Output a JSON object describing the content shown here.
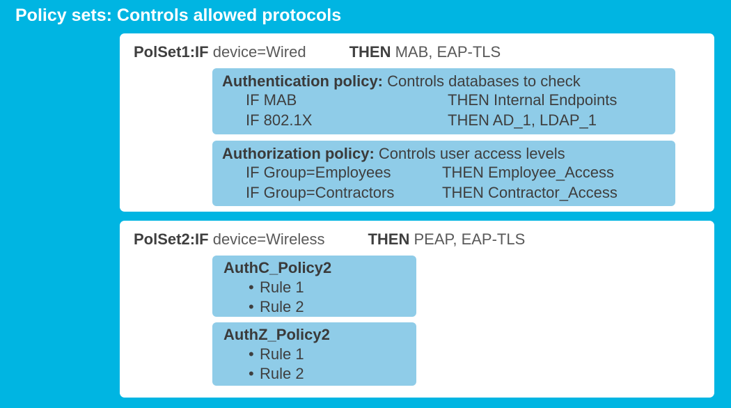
{
  "title": "Policy sets: Controls allowed protocols",
  "colors": {
    "background": "#00B5E2",
    "panel": "#FFFFFF",
    "inner_box": "#8FCCE8",
    "title_text": "#FFFFFF",
    "body_text": "#3E3E3E"
  },
  "policy_sets": [
    {
      "name": "PolSet1:IF",
      "condition": "device=Wired",
      "then_keyword": "THEN",
      "then_value": "MAB, EAP-TLS",
      "policies": [
        {
          "title": "Authentication policy:",
          "description": "Controls databases to check",
          "rules": [
            {
              "if": "IF MAB",
              "then": "THEN Internal Endpoints"
            },
            {
              "if": "IF 802.1X",
              "then": "THEN AD_1, LDAP_1"
            }
          ]
        },
        {
          "title": "Authorization policy:",
          "description": "Controls user access levels",
          "rules": [
            {
              "if": "IF Group=Employees",
              "then": "THEN Employee_Access"
            },
            {
              "if": "IF Group=Contractors",
              "then": "THEN Contractor_Access"
            }
          ]
        }
      ]
    },
    {
      "name": "PolSet2:IF",
      "condition": "device=Wireless",
      "then_keyword": "THEN",
      "then_value": "PEAP, EAP-TLS",
      "policies": [
        {
          "title": "AuthC_Policy2",
          "bullets": [
            "Rule 1",
            "Rule 2"
          ],
          "bullet_glyph": "•"
        },
        {
          "title": "AuthZ_Policy2",
          "bullets": [
            "Rule 1",
            "Rule 2"
          ],
          "bullet_glyph": "•"
        }
      ]
    }
  ]
}
